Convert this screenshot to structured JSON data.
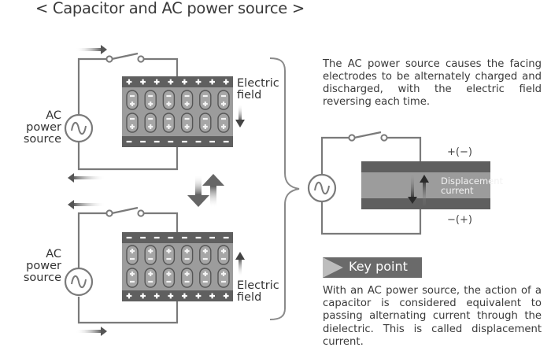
{
  "title": "< Capacitor and AC power source >",
  "top_circuit": {
    "source_label_line1": "AC",
    "source_label_line2": "power",
    "source_label_line3": "source",
    "field_label_line1": "Electric",
    "field_label_line2": "field",
    "field_direction": "down",
    "top_plate_charge": "+",
    "bottom_plate_charge": "−",
    "dipole_top": "−",
    "dipole_bottom": "+"
  },
  "bottom_circuit": {
    "source_label_line1": "AC",
    "source_label_line2": "power",
    "source_label_line3": "source",
    "field_label_line1": "Electric",
    "field_label_line2": "field",
    "field_direction": "up",
    "top_plate_charge": "−",
    "bottom_plate_charge": "+",
    "dipole_top": "+",
    "dipole_bottom": "−"
  },
  "description": "The AC power source causes the facing electrodes to be alternately charged and discharged, with the electric field reversing each time.",
  "equivalent_circuit": {
    "top_polarity": "+(−)",
    "bottom_polarity": "−(+)",
    "displacement_line1": "Displacement",
    "displacement_line2": "current"
  },
  "key_point": {
    "label": "Key point",
    "text": "With an AC power source, the action of a capacitor is considered equivalent to passing alternating current through the dielectric. This is called displacement current."
  },
  "colors": {
    "wire": "#7a7a7a",
    "plate": "#5f5f5f",
    "dielectric": "#9c9c9c",
    "text": "#3a3a3a",
    "keypoint_bg": "#6a6a6a"
  }
}
